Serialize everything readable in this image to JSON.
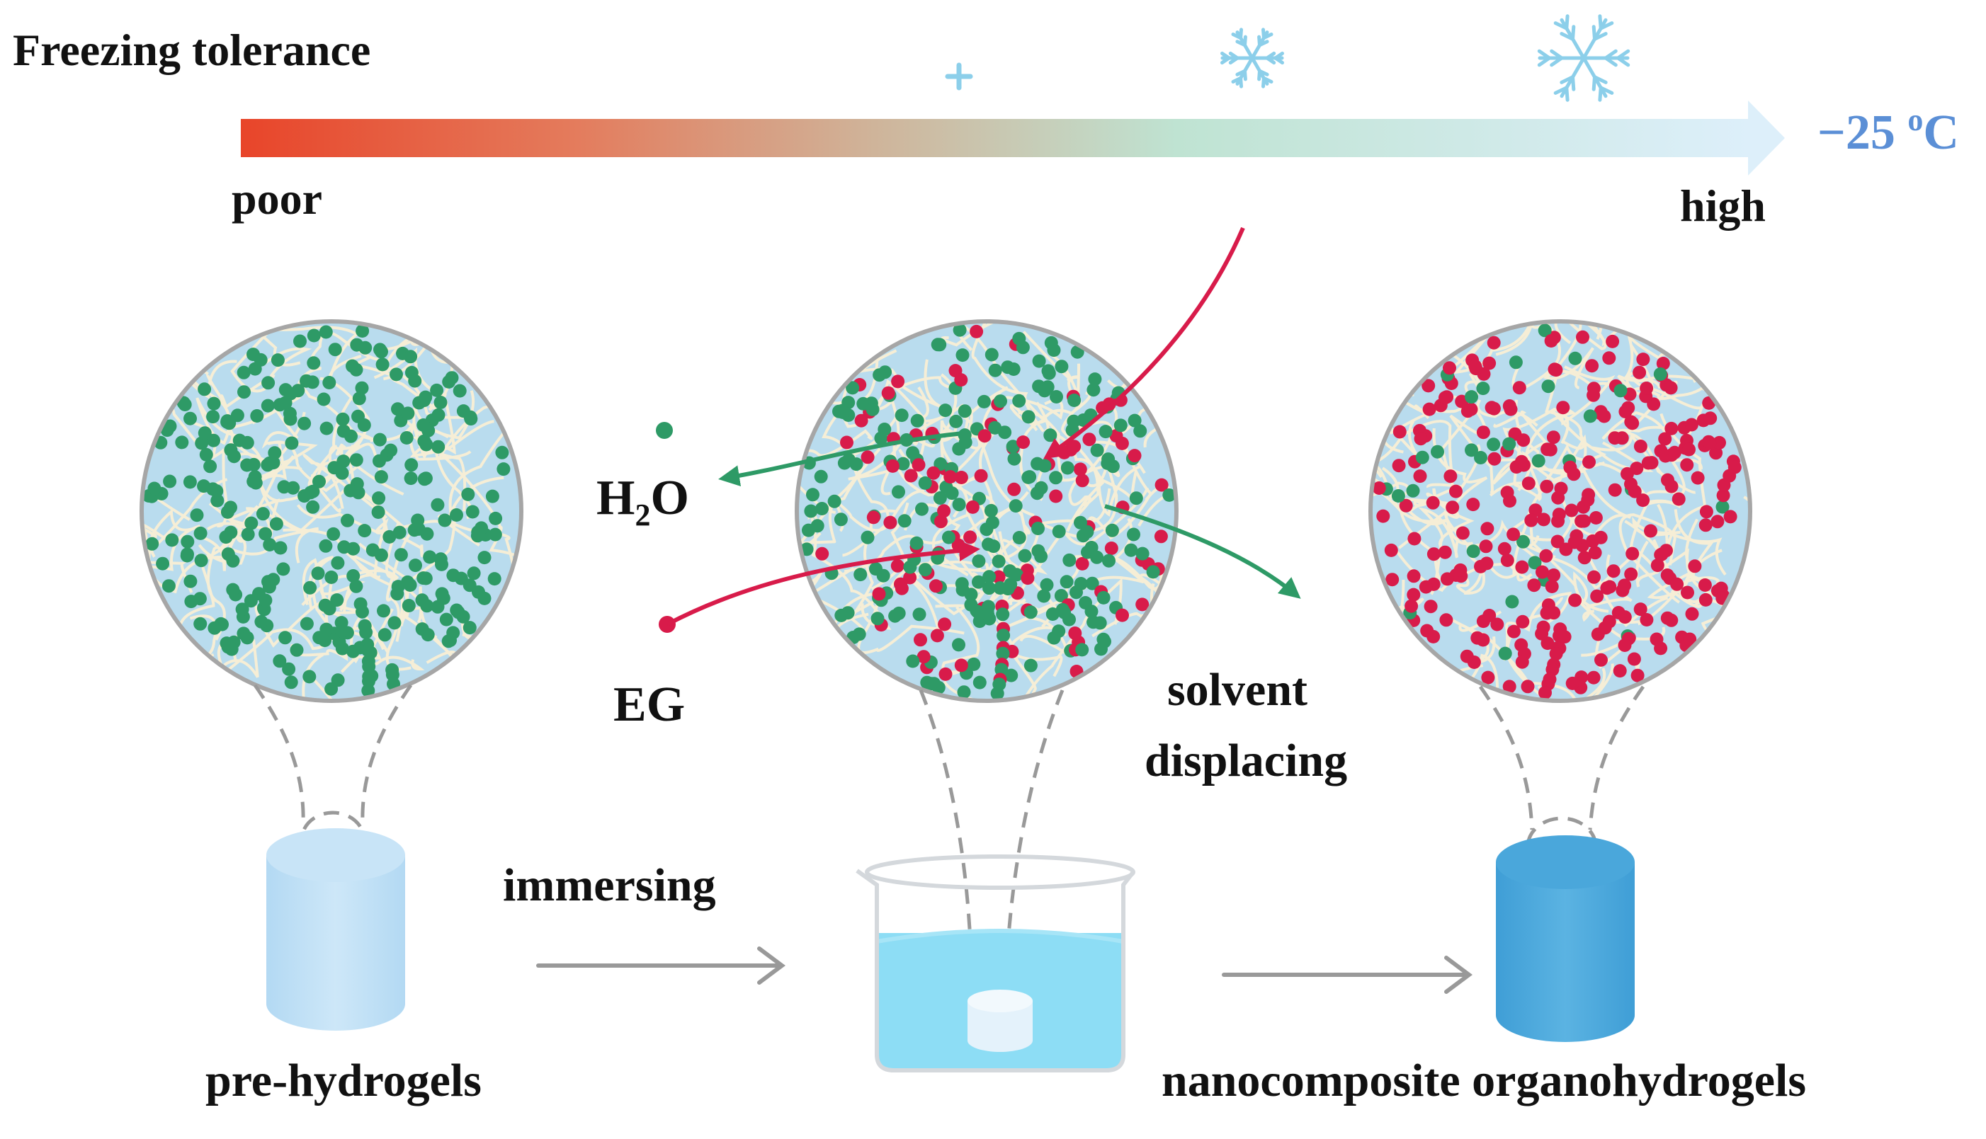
{
  "header": {
    "title": "Freezing tolerance",
    "scale_low": "poor",
    "scale_high": "high",
    "temperature_value": "−25 ",
    "temperature_unit_sup": "o",
    "temperature_unit": "C"
  },
  "legend": {
    "water_label_main": "H",
    "water_label_sub": "2",
    "water_label_end": "O",
    "eg_label": "EG"
  },
  "steps": {
    "immersing": "immersing",
    "solvent_line1": "solvent",
    "solvent_line2": "displacing"
  },
  "stages": {
    "stage1_label": "pre-hydrogels",
    "stage3_label": "nanocomposite organohydrogels"
  },
  "colors": {
    "water_dot": "#2E9A66",
    "eg_dot": "#D81B4A",
    "gradient_start": "#E8452A",
    "gradient_end": "#DDEFFA",
    "circle_fill": "#B9DCEE",
    "gel_light": "#BFE0F5",
    "gel_dark": "#54ADDD",
    "beaker_liquid": "#8DDDF5",
    "temperature_color": "#5B8FD6",
    "arrow_gray": "#999999"
  },
  "icons": [
    "snowflake-small-icon",
    "snowflake-medium-icon",
    "snowflake-large-icon"
  ]
}
